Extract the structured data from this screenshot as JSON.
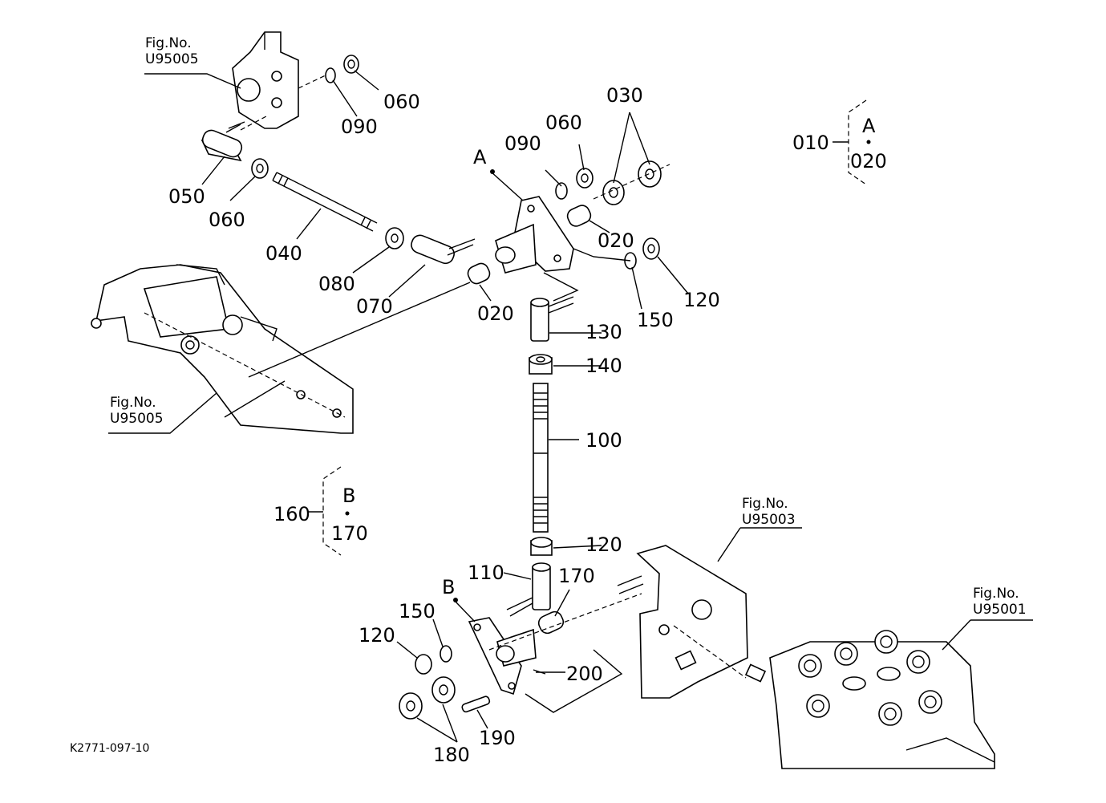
{
  "figure_refs": [
    {
      "fig_label": "Fig.No.",
      "code": "U95005"
    },
    {
      "fig_label": "Fig.No.",
      "code": "U95005"
    },
    {
      "fig_label": "Fig.No.",
      "code": "U95003"
    },
    {
      "fig_label": "Fig.No.",
      "code": "U95001"
    }
  ],
  "callouts": [
    "010",
    "020",
    "020",
    "020",
    "030",
    "040",
    "050",
    "060",
    "060",
    "060",
    "070",
    "080",
    "090",
    "090",
    "100",
    "110",
    "120",
    "120",
    "120",
    "130",
    "140",
    "150",
    "150",
    "160",
    "170",
    "170",
    "180",
    "190",
    "200"
  ],
  "ref_letters": {
    "a": "A",
    "b": "B"
  },
  "doc_code": "K2771-097-10",
  "colors": {
    "line": "#000000",
    "background": "#ffffff"
  }
}
